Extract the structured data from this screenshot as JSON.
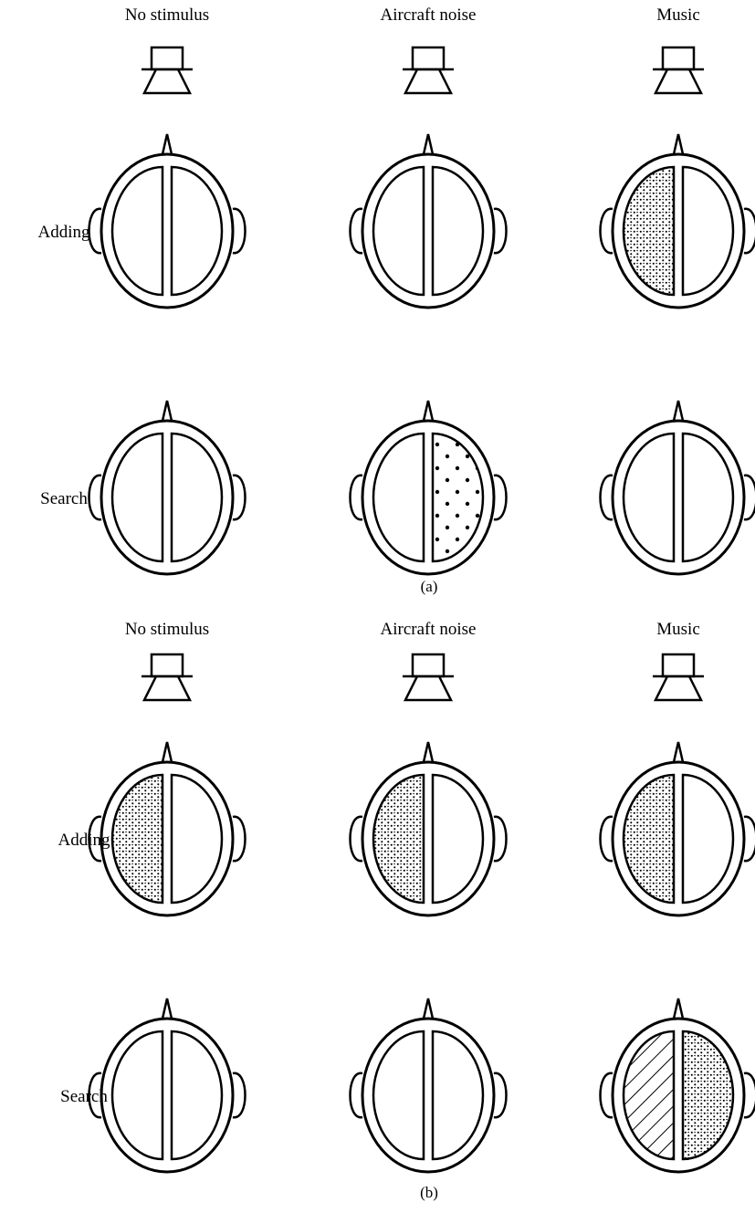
{
  "panels": [
    {
      "caption": "(a)",
      "stimuli": [
        "No stimulus",
        "Aircraft noise",
        "Music"
      ],
      "conditions": [
        {
          "label": "Adding",
          "cells": [
            {
              "left": "none",
              "right": "none"
            },
            {
              "left": "none",
              "right": "none"
            },
            {
              "left": "dense-dots",
              "right": "none"
            }
          ]
        },
        {
          "label": "Search",
          "cells": [
            {
              "left": "none",
              "right": "none"
            },
            {
              "left": "none",
              "right": "sparse-dots"
            },
            {
              "left": "none",
              "right": "none"
            }
          ]
        }
      ]
    },
    {
      "caption": "(b)",
      "stimuli": [
        "No stimulus",
        "Aircraft noise",
        "Music"
      ],
      "conditions": [
        {
          "label": "Adding",
          "cells": [
            {
              "left": "dense-dots",
              "right": "none"
            },
            {
              "left": "dense-dots",
              "right": "none"
            },
            {
              "left": "dense-dots",
              "right": "none"
            }
          ]
        },
        {
          "label": "Search",
          "cells": [
            {
              "left": "none",
              "right": "none"
            },
            {
              "left": "none",
              "right": "none"
            },
            {
              "left": "hatch",
              "right": "dense-dots"
            }
          ]
        }
      ]
    }
  ]
}
